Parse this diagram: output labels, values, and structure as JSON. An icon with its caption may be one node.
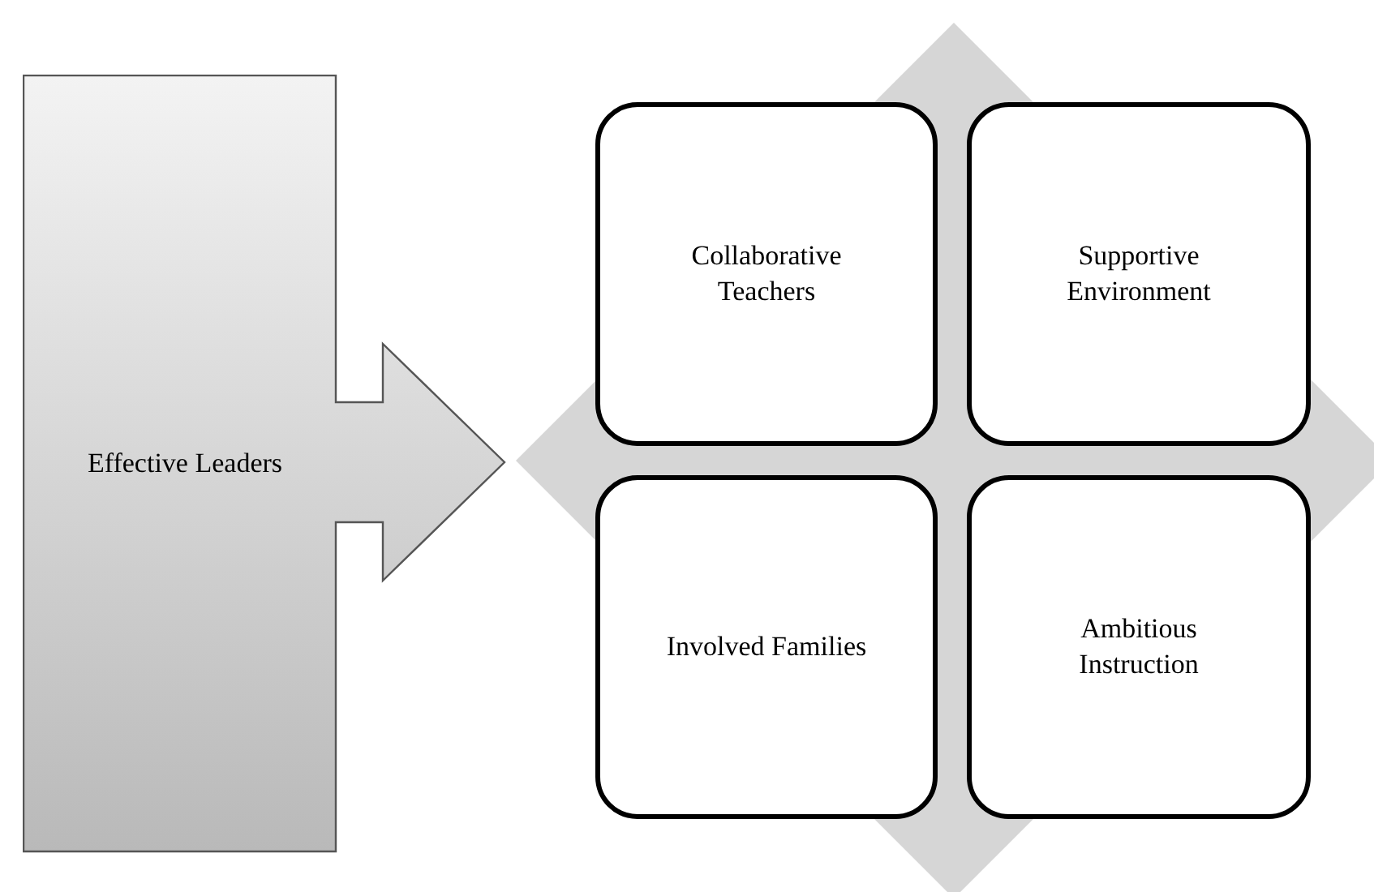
{
  "diagram": {
    "nodes": [
      {
        "text": [
          "Effective Leaders"
        ]
      },
      {
        "text": [],
        "shape": "diamond"
      },
      {
        "text": [
          "Collaborative Teachers"
        ],
        "in": 1
      },
      {
        "text": [
          "Supportive Environment"
        ],
        "in": 1
      },
      {
        "text": [
          "Involved Families"
        ],
        "in": 1
      },
      {
        "text": [
          "Ambitious Instruction"
        ],
        "in": 1
      }
    ]
  }
}
